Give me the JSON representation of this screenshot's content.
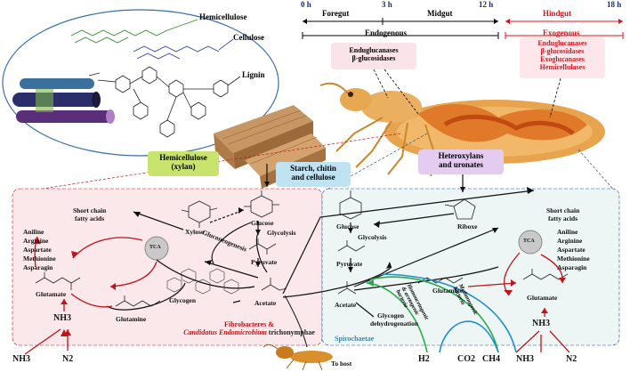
{
  "timeline": {
    "ticks": [
      "0 h",
      "3 h",
      "12 h",
      "18 h"
    ],
    "sections": [
      "Foregut",
      "Midgut",
      "Hindgut"
    ],
    "endogenous": "Endogenous",
    "exogenous": "Exogenous"
  },
  "enzymes": {
    "endogenous": [
      "Enduglucanases",
      "β-glucosidases"
    ],
    "exogenous": [
      "Enduglucanases",
      "β-glucosidases",
      "Exoglucanases",
      "Hemicellulases"
    ]
  },
  "wood": {
    "hemicellulose": "Hemicellulose",
    "cellulose": "Cellulose",
    "lignin": "Lignin"
  },
  "substrates": {
    "hemicellulose_xylan": [
      "Hemicellulose",
      "(xylan)"
    ],
    "starch": [
      "Starch, chitin",
      "and cellulose"
    ],
    "heteroxylans": [
      "Heteroxylans",
      "and uronates"
    ]
  },
  "left_panel": {
    "short_chain": [
      "Short chain",
      "fatty acids"
    ],
    "xylose": "Xylose",
    "glucose": "Glucose",
    "glycolysis": "Glycolysis",
    "gluconeogenesis": "Gluconeogenesis",
    "pyruvate": "Pyruvate",
    "glycogen": "Glycogen",
    "acetate": "Acetate",
    "amino_acids": [
      "Aniline",
      "Arginine",
      "Aspartate",
      "Methionine",
      "Asparagin"
    ],
    "tca": "TCA",
    "glutamate": "Glutamate",
    "glutamine": "Glutamine",
    "nh3_mid": "NH3",
    "nh3": "NH3",
    "n2": "N2",
    "organism_line1": "Fibrobacteres &",
    "organism_italic": "Candidatus Endomicrobium",
    "organism_rest": "trichonymphae"
  },
  "right_panel": {
    "glucose": "Glucose",
    "glycolysis": "Glycolysis",
    "riboxe": "Riboxe",
    "pyruvate": "Pyruvate",
    "acetate": "Acetate",
    "glycogen_dehyd": [
      "Glycogen",
      "dehydrogenation"
    ],
    "short_chain": [
      "Short chain",
      "fatty acids"
    ],
    "amino_acids": [
      "Aniline",
      "Arginine",
      "Aspartate",
      "Methionine",
      "Asparagin"
    ],
    "tca": "TCA",
    "glutamine": "Glutamine",
    "glutamate": "Glutamate",
    "nh3_mid": "NH3",
    "nh3": "NH3",
    "n2": "N2",
    "spirochaetae": "Spirochaetae",
    "homoacetogenic": [
      "Homoacetogenic",
      "& acetogenic",
      "bacteria"
    ],
    "methanogenic": [
      "Methanogenic",
      "bacteria"
    ]
  },
  "bottom": {
    "h2": "H2",
    "co2": "CO2",
    "ch4": "CH4",
    "to_host": "To host"
  },
  "colors": {
    "hindgut_red": "#e0101a",
    "timeline_blue": "#1a2a6c",
    "left_panel_bg": "#fae8ea",
    "right_panel_bg": "#eef5f5",
    "arrow_red": "#c0131a",
    "spiro_blue": "#1f8fc8"
  }
}
